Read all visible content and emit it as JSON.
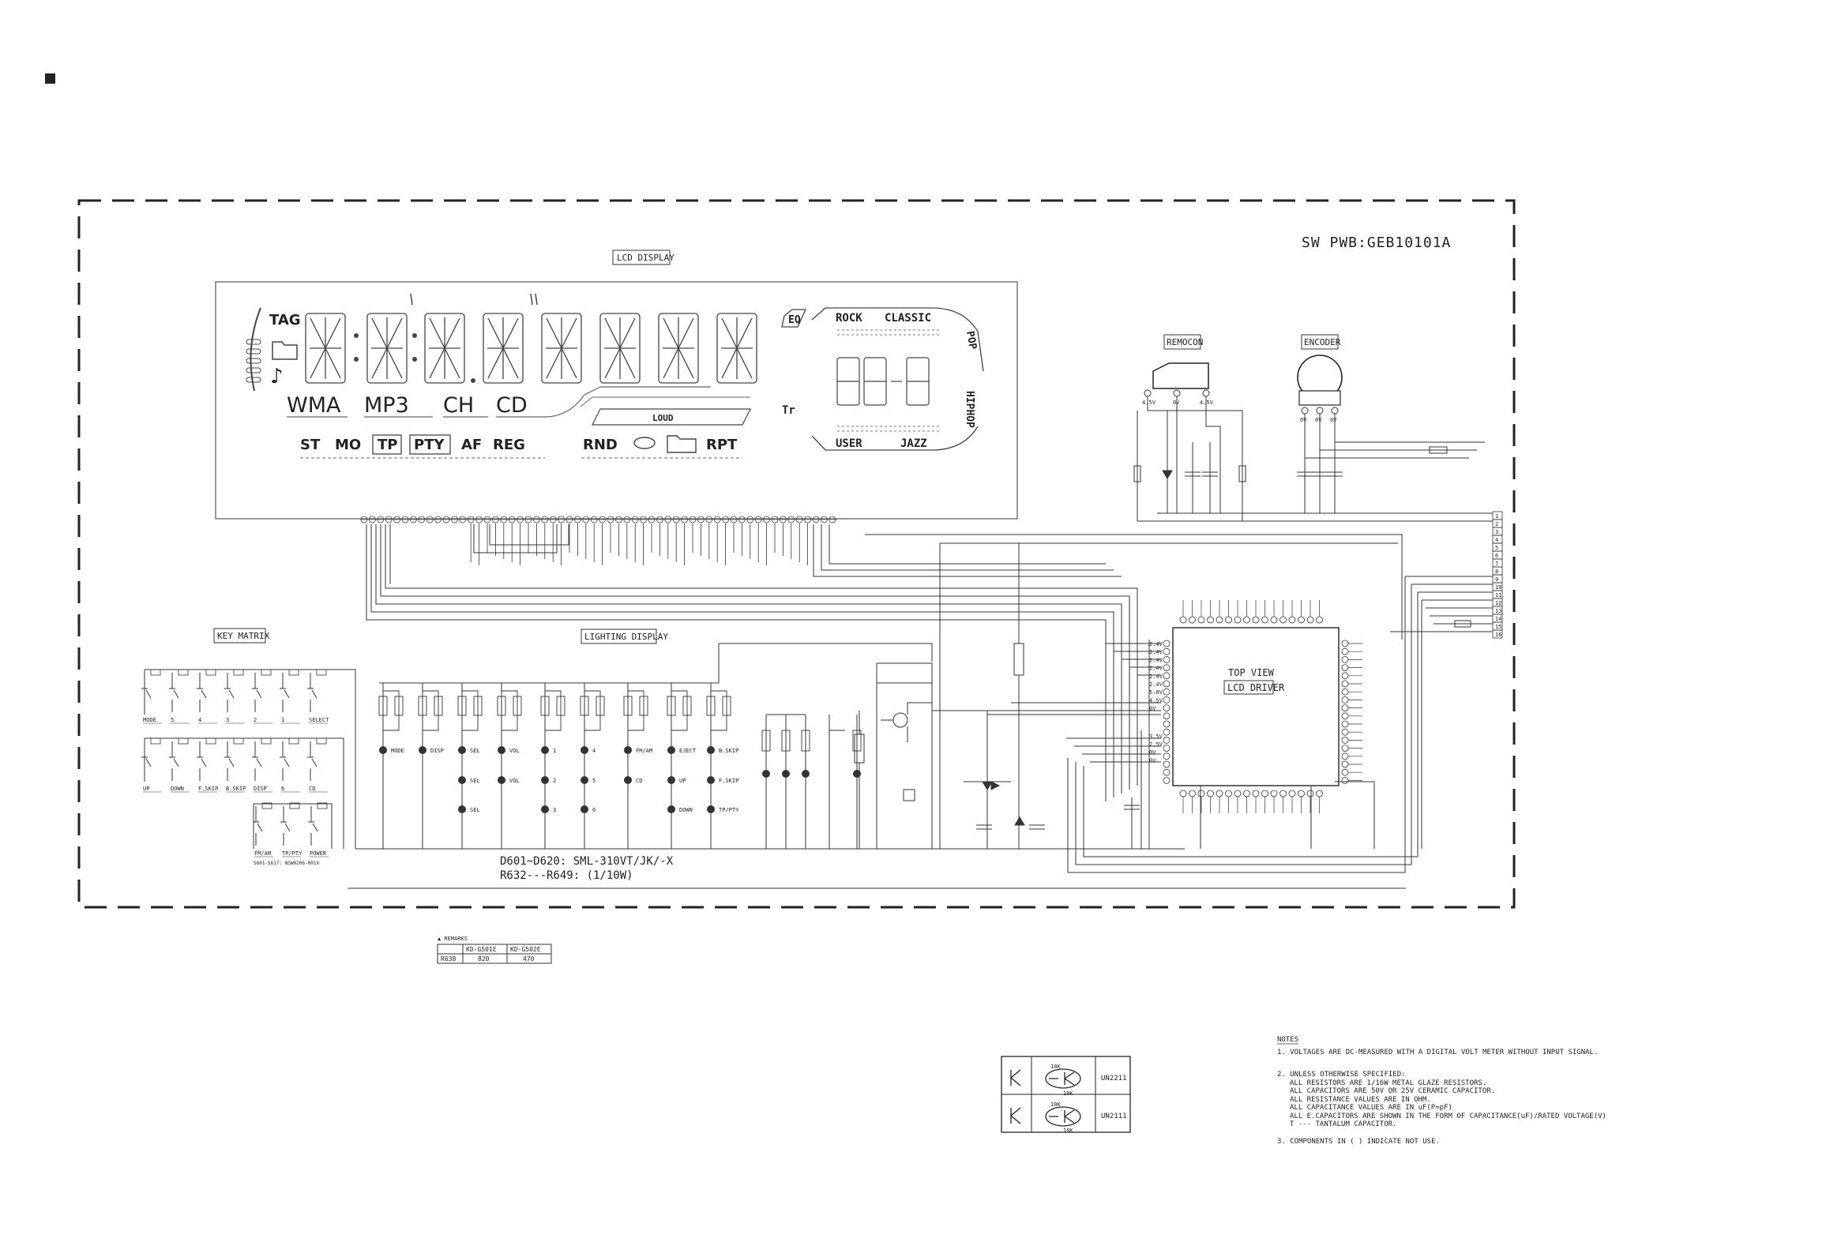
{
  "board": {
    "title": "SW PWB:GEB10101A"
  },
  "sections": {
    "lcd_display": "LCD DISPLAY",
    "key_matrix": "KEY MATRIX",
    "lighting_display": "LIGHTING DISPLAY",
    "remocon": "REMOCON",
    "encoder": "ENCODER"
  },
  "lcd": {
    "indicators_top": [
      "TAG"
    ],
    "indicators_mid": [
      "WMA",
      "MP3",
      "CH",
      "CD"
    ],
    "indicators_bottom": [
      "ST",
      "MO",
      "TP",
      "PTY",
      "AF",
      "REG",
      "RND",
      "RPT"
    ],
    "eq_labels": [
      "EQ",
      "ROCK",
      "CLASSIC",
      "POP",
      "HIPHOP",
      "USER",
      "JAZZ"
    ],
    "tr_label": "Tr",
    "loud_label": "LOUD"
  },
  "lcd_driver": {
    "line1": "TOP VIEW",
    "line2": "LCD DRIVER"
  },
  "key_labels_row1": [
    "MODE",
    "5",
    "4",
    "3",
    "2",
    "1",
    "SELECT"
  ],
  "key_labels_row2": [
    "UP",
    "DOWN",
    "F.SKIP",
    "B.SKIP",
    "DISP",
    "6",
    "CD"
  ],
  "key_labels_row3": [
    "FM/AM",
    "TP/PTY",
    "POWER"
  ],
  "key_part_note": "S601-S617: NSW0206-001X",
  "led_labels_row1": [
    "MODE",
    "DISP",
    "SEL",
    "VOL",
    "1",
    "4",
    "FM/AM",
    "EJECT",
    "B.SKIP"
  ],
  "led_labels_row2": [
    "SEL",
    "VOL",
    "2",
    "5",
    "CD",
    "UP",
    "F.SKIP"
  ],
  "led_labels_row3": [
    "SEL",
    "3",
    "6",
    "DOWN",
    "TP/PTY"
  ],
  "lighting_notes": [
    "D601~D620:  SML-310VT/JK/-X",
    "R632---R649:  (1/10W)"
  ],
  "remarks": {
    "title": "▲ REMARKS",
    "headers": [
      "",
      "KD-G501E",
      "KD-G502E"
    ],
    "rows": [
      [
        "R638",
        "820",
        "470"
      ]
    ]
  },
  "transistors": [
    {
      "r1": "10K",
      "r2": "10K",
      "part": "UN2211"
    },
    {
      "r1": "10K",
      "r2": "10K",
      "part": "UN2111"
    }
  ],
  "notes": {
    "title": "NOTES",
    "items": [
      "1.  VOLTAGES ARE DC-MEASURED WITH A DIGITAL VOLT METER WITHOUT INPUT SIGNAL.",
      "2.  UNLESS OTHERWISE SPECIFIED:",
      "ALL RESISTORS ARE 1/16W   METAL GLAZE  RESISTORS.",
      "ALL CAPACITORS ARE 50V OR 25V CERAMIC CAPACITOR.",
      "ALL RESISTANCE VALUES ARE IN OHM.",
      "ALL CAPACITANCE VALUES ARE IN uF(P=pF)",
      "ALL E.CAPACITORS ARE SHOWN IN THE FORM OF CAPACITANCE(uF)/RATED VOLTAGE(V)",
      "T --- TANTALUM CAPACITOR.",
      "3.  COMPONENTS IN (  ) INDICATE NOT USE."
    ]
  },
  "remocon_voltages": [
    "4.5V",
    "0V",
    "4.5V"
  ],
  "encoder_voltages": [
    "0V",
    "0V",
    "0V"
  ],
  "driver_left_voltages": [
    "2.4V",
    "2.4V",
    "2.4V",
    "2.4V",
    "2.4V",
    "2.4V",
    "5.0V",
    "4.5V",
    "0V",
    "3.5V",
    "2.5V",
    "0V",
    "0V"
  ],
  "connector_pins": [
    "1",
    "2",
    "3",
    "4",
    "5",
    "6",
    "7",
    "8",
    "9",
    "10",
    "11",
    "12",
    "13",
    "14",
    "15",
    "16"
  ]
}
